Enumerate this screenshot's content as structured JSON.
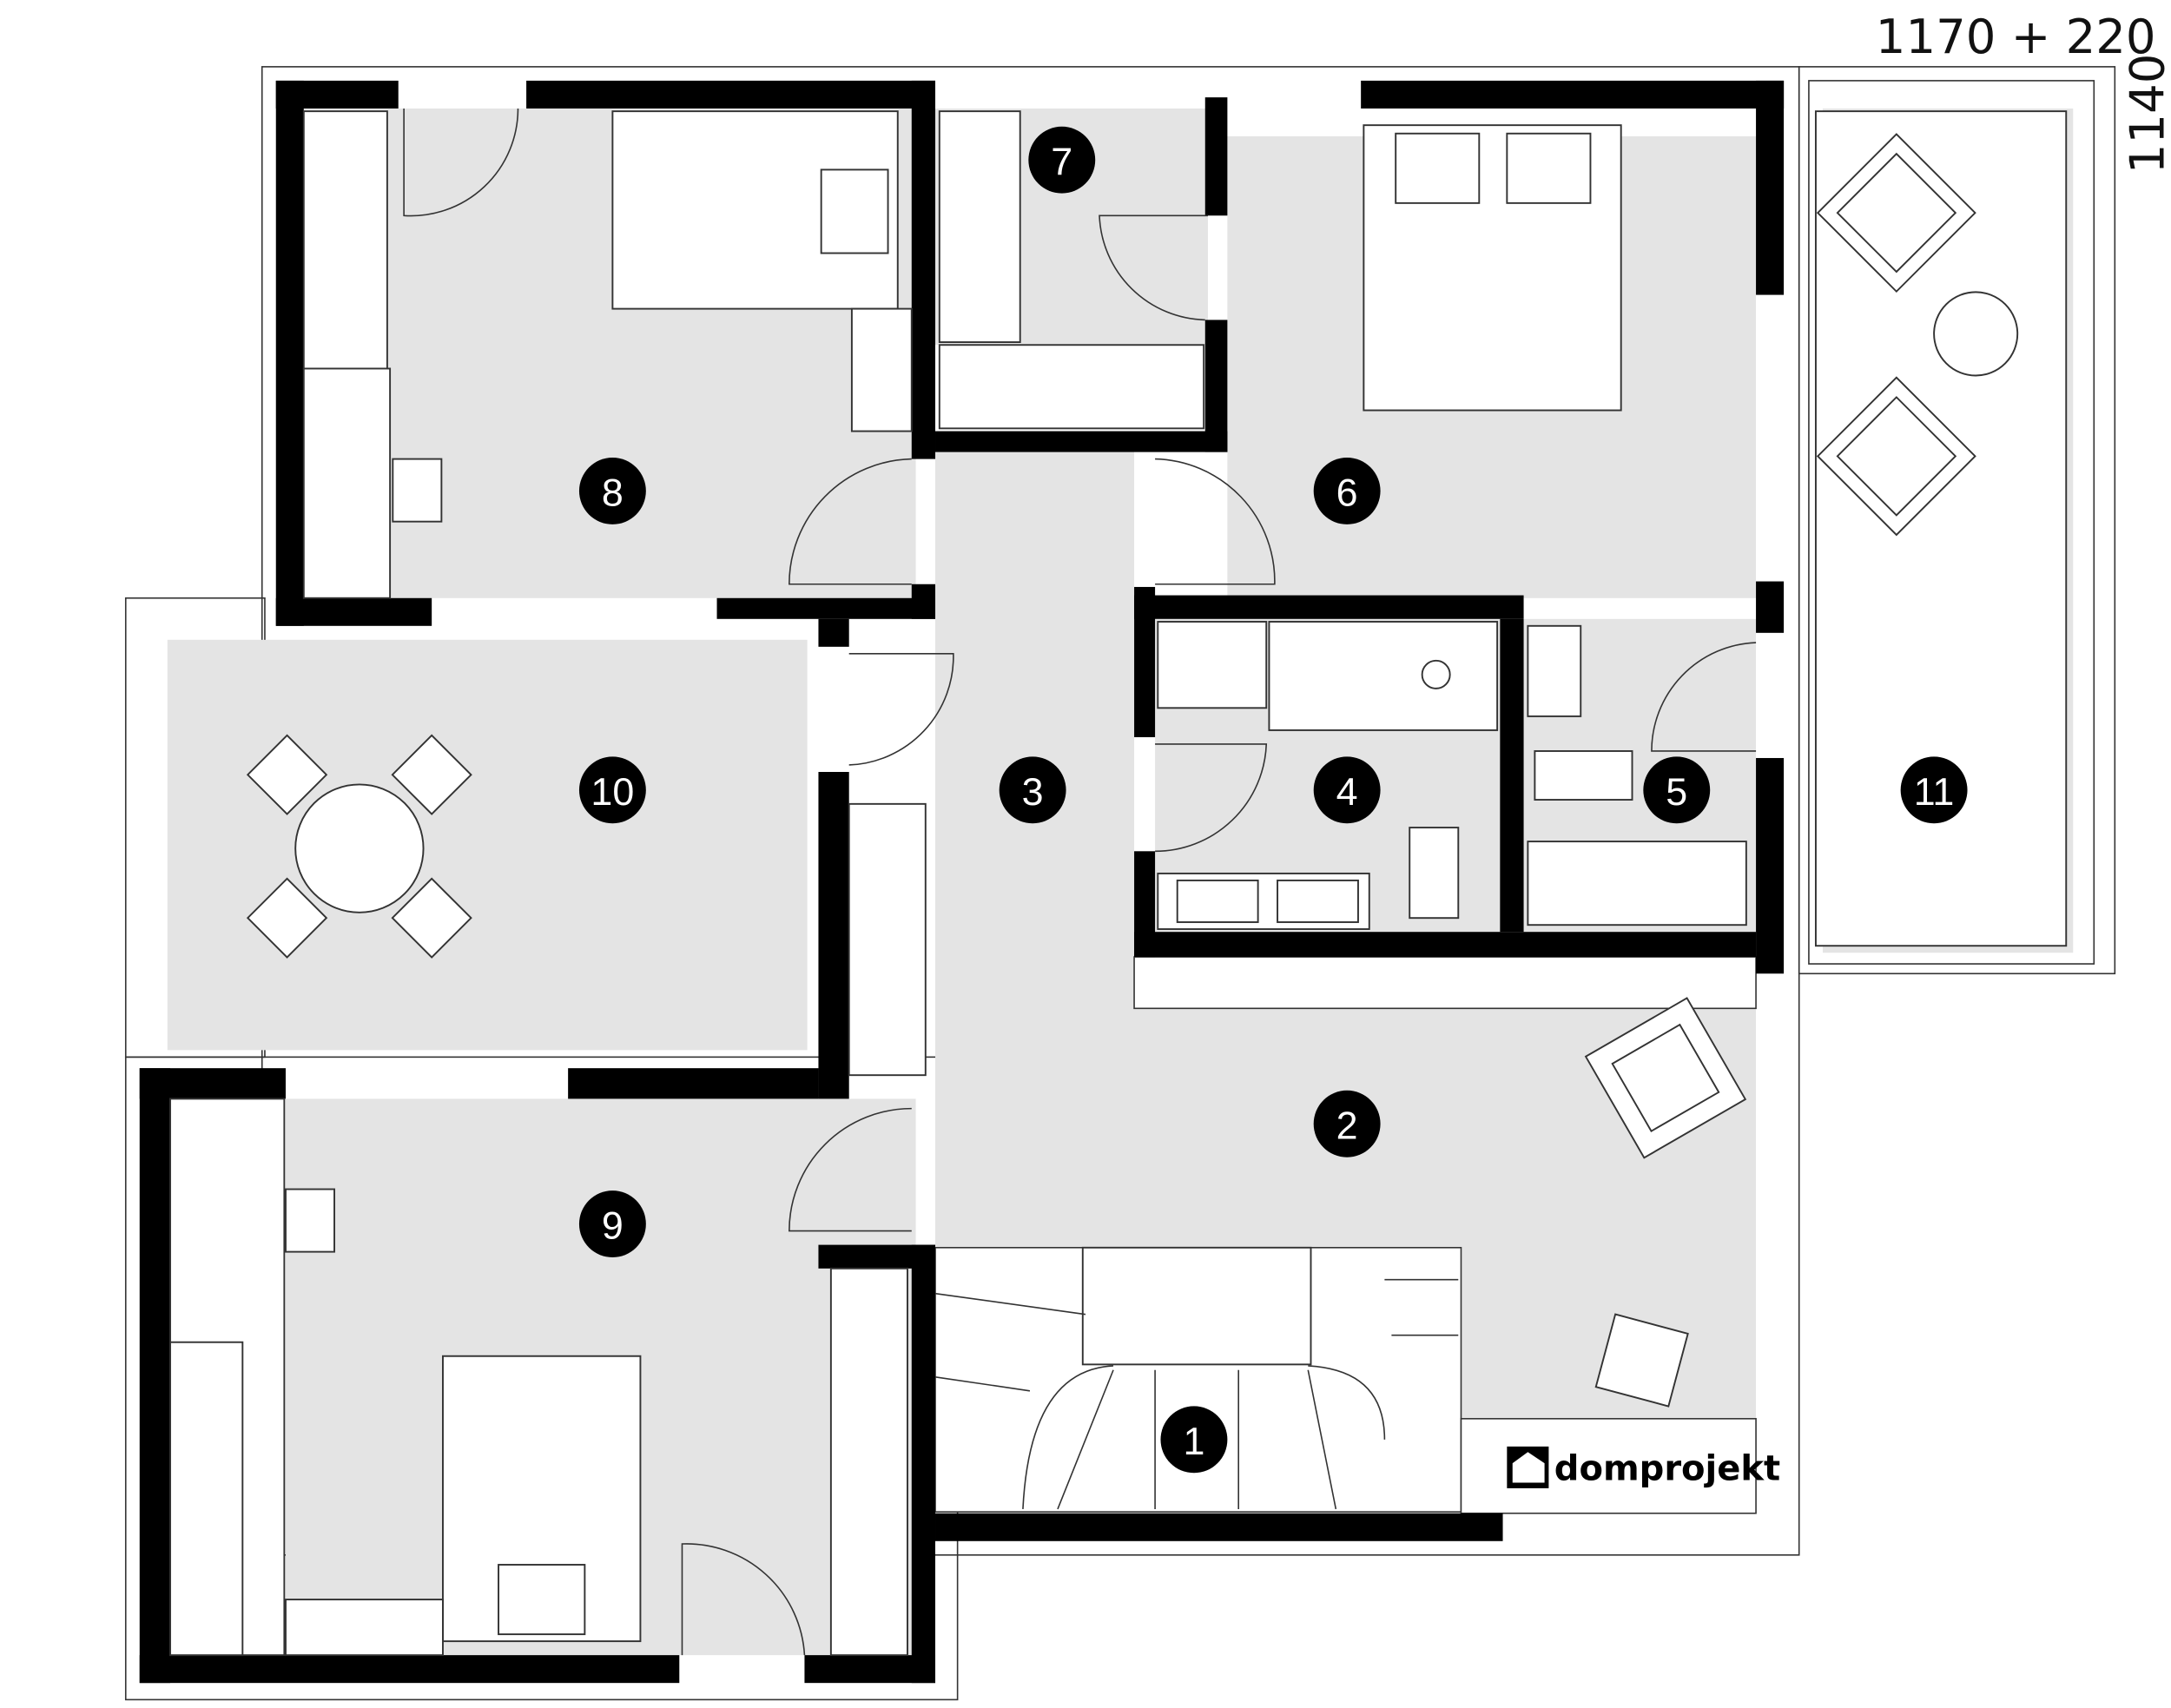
{
  "plan": {
    "dimension_width": "1170 + 220",
    "dimension_depth": "1140",
    "logo_text": "domprojekt",
    "room_numbers": [
      "1",
      "2",
      "3",
      "4",
      "5",
      "6",
      "7",
      "8",
      "9",
      "10",
      "11"
    ]
  },
  "colors": {
    "floor": "#e4e4e4",
    "wall": "#000000"
  }
}
